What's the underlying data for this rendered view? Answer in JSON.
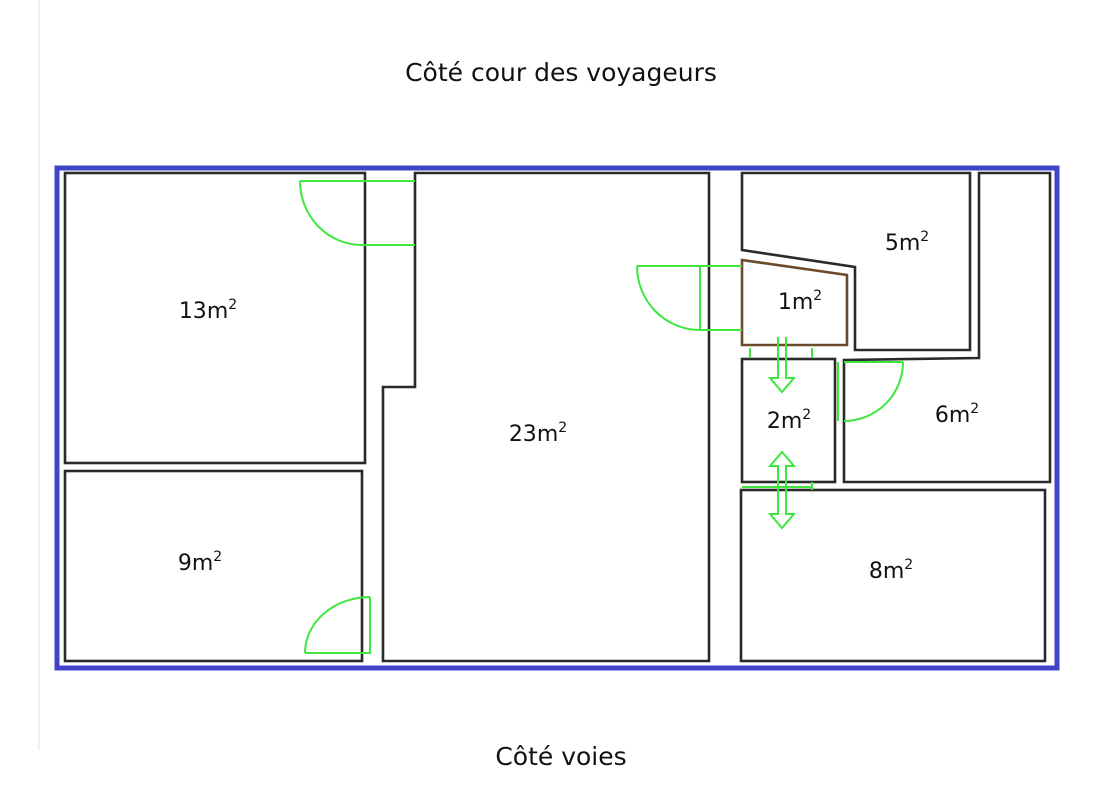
{
  "title": "Côté cour des voyageurs",
  "footer": "Côté voies",
  "colors": {
    "outer_wall": "#3f44c9",
    "wall": "#2a2a2a",
    "door": "#3ee63e",
    "toilet_wall": "#6b4a2a"
  },
  "rooms": [
    {
      "area": "13",
      "unit": "m",
      "exp": "2"
    },
    {
      "area": "9",
      "unit": "m",
      "exp": "2"
    },
    {
      "area": "23",
      "unit": "m",
      "exp": "2"
    },
    {
      "area": "5",
      "unit": "m",
      "exp": "2"
    },
    {
      "area": "1",
      "unit": "m",
      "exp": "2"
    },
    {
      "area": "2",
      "unit": "m",
      "exp": "2"
    },
    {
      "area": "6",
      "unit": "m",
      "exp": "2"
    },
    {
      "area": "8",
      "unit": "m",
      "exp": "2"
    }
  ]
}
